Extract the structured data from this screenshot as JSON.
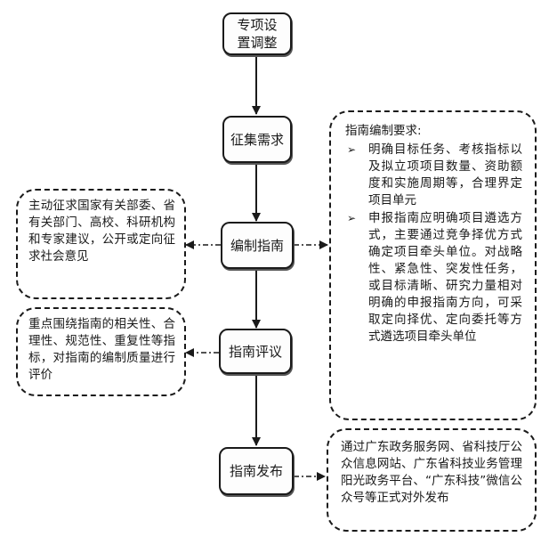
{
  "steps": [
    {
      "label": "专项设置调整"
    },
    {
      "label": "征集需求"
    },
    {
      "label": "编制指南"
    },
    {
      "label": "指南评议"
    },
    {
      "label": "指南发布"
    }
  ],
  "notes": {
    "solicit": "主动征求国家有关部委、省有关部门、高校、科研机构和专家建议，公开或定向征求社会意见",
    "review": "重点围绕指南的相关性、合理性、规范性、重复性等指标，对指南的编制质量进行评价",
    "requirements": {
      "title": "指南编制要求:",
      "bullets": [
        "明确目标任务、考核指标以及拟立项项目数量、资助额度和实施周期等，合理界定项目单元",
        "申报指南应明确项目遴选方式，主要通过竞争择优方式确定项目牵头单位。对战略性、紧急性、突发性任务，或目标清晰、研究力量相对明确的申报指南方向，可采取定向择优、定向委托等方式遴选项目牵头单位"
      ]
    },
    "publish": "通过广东政务服务网、省科技厅公众信息网站、广东省科技业务管理阳光政务平台、“广东科技”微信公众号等正式对外发布"
  },
  "icons": {
    "bullet": "arrowhead-bullet-icon"
  }
}
